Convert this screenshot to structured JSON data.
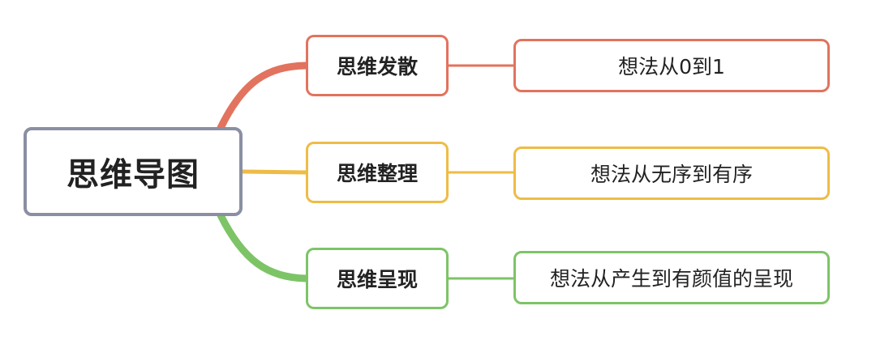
{
  "root": {
    "label": "思维导图"
  },
  "colors": {
    "root_border": "#8a8fa3",
    "branch_1": "#e2735e",
    "branch_2": "#eebc46",
    "branch_3": "#7dc467"
  },
  "branches": [
    {
      "label": "思维发散",
      "detail": "想法从0到1"
    },
    {
      "label": "思维整理",
      "detail": "想法从无序到有序"
    },
    {
      "label": "思维呈现",
      "detail": "想法从产生到有颜值的呈现"
    }
  ]
}
